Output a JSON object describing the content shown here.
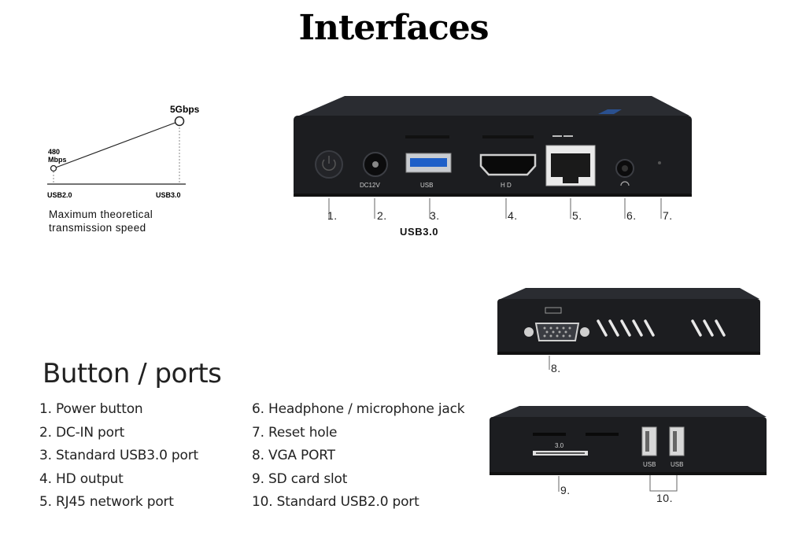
{
  "title": "Interfaces",
  "speed_chart": {
    "high_value": "5Gbps",
    "low_value_line1": "480",
    "low_value_line2": "Mbps",
    "x_left": "USB2.0",
    "x_right": "USB3.0",
    "caption_line1": "Maximum theoretical",
    "caption_line2": "transmission speed"
  },
  "front_panel": {
    "port_labels": [
      "DC12V",
      "USB",
      "H D"
    ],
    "callouts": [
      "1.",
      "2.",
      "3.",
      "4.",
      "5.",
      "6.",
      "7."
    ],
    "usb_note": "USB3.0"
  },
  "back_panel": {
    "callout": "8."
  },
  "side_panel": {
    "slot_label": "3.0",
    "port_labels": [
      "USB",
      "USB"
    ],
    "callouts": [
      "9.",
      "10."
    ]
  },
  "button_ports": {
    "heading": "Button / ports",
    "items": [
      "1. Power button",
      "2. DC-IN port",
      "3. Standard USB3.0 port",
      "4. HD output",
      "5. RJ45 network port",
      "6. Headphone / microphone jack",
      "7. Reset hole",
      "8. VGA PORT",
      "9. SD card slot",
      "10. Standard USB2.0 port"
    ]
  },
  "colors": {
    "device_body": "#1c1d20",
    "device_top": "#2a2c31",
    "usb3_blue": "#1e5fc8"
  }
}
